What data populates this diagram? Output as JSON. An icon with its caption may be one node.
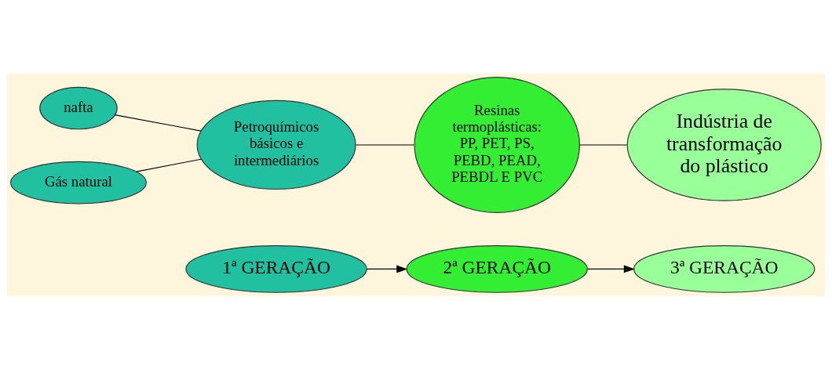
{
  "diagram": {
    "nodes": [
      {
        "text": [
          "1ª GERAÇÃO"
        ]
      },
      {
        "text": [
          "2ª GERAÇÃO"
        ]
      },
      {
        "text": [
          "3ª GERAÇÃO"
        ]
      },
      {
        "text": [
          "nafta"
        ]
      },
      {
        "text": [
          "Gás natural"
        ]
      },
      {
        "text": [
          "Petroquímicos básicos e intermediários"
        ]
      },
      {
        "text": [
          "Resinas termoplásticas:",
          "PP, PET, PS, PEBD, PEAD, PEBDL E PVC"
        ]
      },
      {
        "text": [
          "Indústria de transformação do plástico"
        ]
      }
    ],
    "edges": [
      {
        "from": 0,
        "to": 1,
        "arrow": "to"
      },
      {
        "from": 1,
        "to": 2,
        "arrow": "to"
      },
      {
        "from": 3,
        "to": 5,
        "arrow": "none"
      },
      {
        "from": 4,
        "to": 5,
        "arrow": "none"
      },
      {
        "from": 5,
        "to": 6,
        "arrow": "none"
      },
      {
        "from": 6,
        "to": 7,
        "arrow": "none"
      }
    ]
  }
}
